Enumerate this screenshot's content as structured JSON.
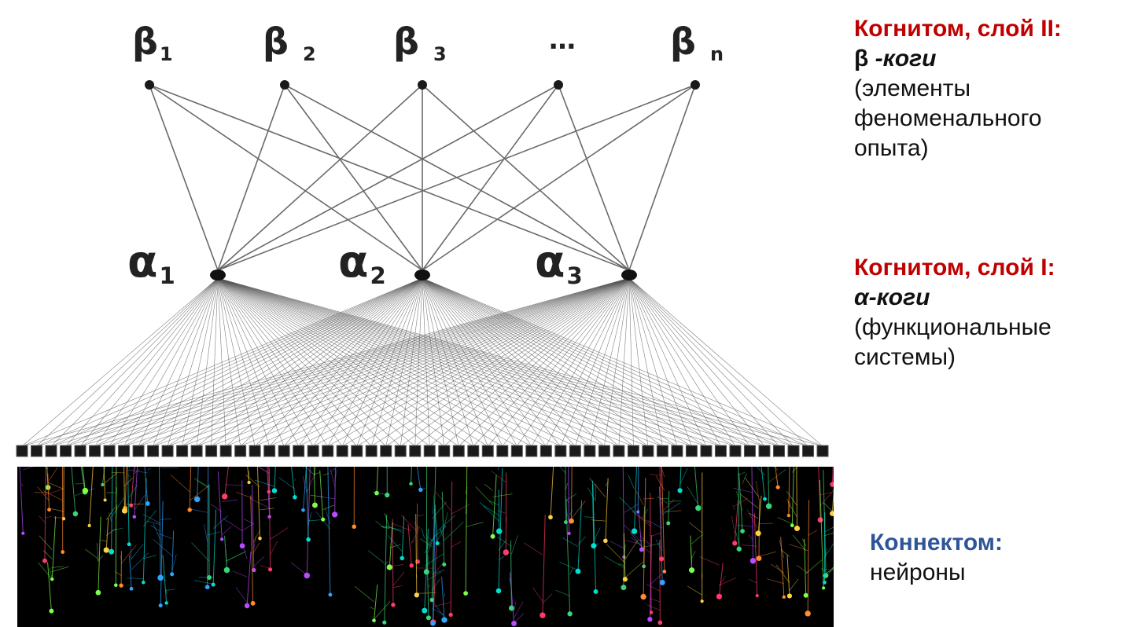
{
  "colors": {
    "heading_red": "#c00000",
    "heading_blue": "#2f5597",
    "text": "#111111",
    "edge": "#555555",
    "neuron_bg": "#000000"
  },
  "layer2": {
    "nodes": [
      {
        "id": "b1",
        "base": "β",
        "sub": "1"
      },
      {
        "id": "b2",
        "base": "β",
        "sub": "2"
      },
      {
        "id": "b3",
        "base": "β",
        "sub": "3"
      },
      {
        "id": "b4",
        "base": "…",
        "sub": ""
      },
      {
        "id": "bn",
        "base": "β",
        "sub": "n"
      }
    ]
  },
  "layer1": {
    "nodes": [
      {
        "id": "a1",
        "base": "α",
        "sub": "1"
      },
      {
        "id": "a2",
        "base": "α",
        "sub": "2"
      },
      {
        "id": "a3",
        "base": "α",
        "sub": "3"
      }
    ]
  },
  "input_units": 56,
  "legend": {
    "cognitome2": {
      "heading": "Когнитом, слой II:",
      "term_greek": "β",
      "term_word": " -коги",
      "desc": [
        "(элементы",
        "феноменального",
        "опыта)"
      ]
    },
    "cognitome1": {
      "heading": "Когнитом, слой I:",
      "term": "α-коги",
      "desc": [
        "(функциональные",
        "системы)"
      ]
    },
    "connectome": {
      "heading": "Коннектом:",
      "desc": "нейроны"
    }
  }
}
